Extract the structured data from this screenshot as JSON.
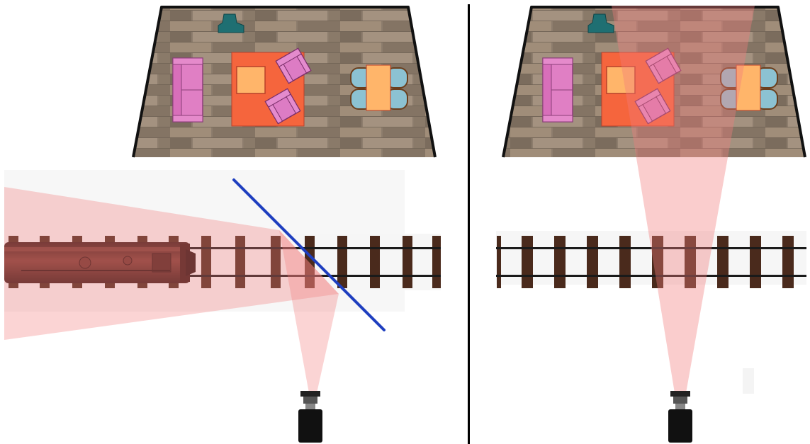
{
  "figure": {
    "panels": [
      {
        "id": "left",
        "mirror_present": true,
        "train_present": true,
        "beam_direction": "reflected-left-along-track"
      },
      {
        "id": "right",
        "mirror_present": false,
        "train_present": false,
        "beam_direction": "straight-up-into-room"
      }
    ],
    "colors": {
      "floor_base": "#8d7d6d",
      "floor_light": "#a89682",
      "floor_dark": "#76685a",
      "room_outline": "#111111",
      "sofa": "#e07fc4",
      "rug": "#f5653d",
      "rug_table": "#ffb56a",
      "armchair": "#dd7cc4",
      "dining_table": "#ffb56a",
      "dining_chairs": "#8cc2d2",
      "lamp": "#1f6f72",
      "beam": "#f27b7b",
      "mirror": "#1f3fbf",
      "rail": "#1a1a1a",
      "sleeper": "#4a2a1c",
      "train": "#5a2a24",
      "projector": "#111111",
      "divider": "#000000"
    },
    "icons": [
      "projector-icon",
      "train-icon",
      "mirror-icon",
      "sofa-icon",
      "armchair-icon",
      "lamp-icon",
      "dining-table-icon"
    ]
  }
}
